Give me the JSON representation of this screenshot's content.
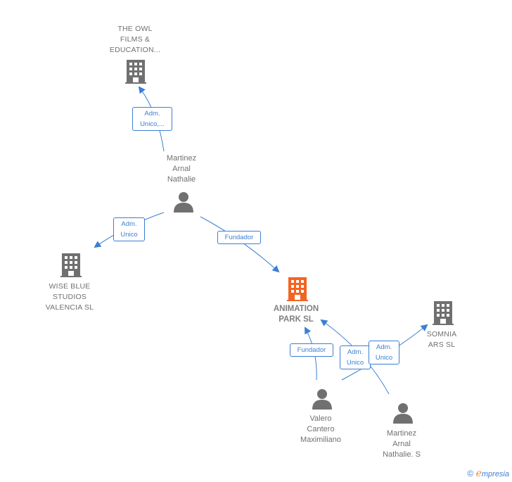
{
  "nodes": {
    "owl": {
      "label": "THE OWL\nFILMS &\nEDUCATION..."
    },
    "martinez1": {
      "label": "Martinez\nArnal\nNathalie"
    },
    "wise": {
      "label": "WISE BLUE\nSTUDIOS\nVALENCIA  SL"
    },
    "animation": {
      "label": "ANIMATION\nPARK  SL"
    },
    "somnia": {
      "label": "SOMNIA\nARS SL"
    },
    "valero": {
      "label": "Valero\nCantero\nMaximiliano"
    },
    "martinez2": {
      "label": "Martinez\nArnal\nNathalie.  S"
    }
  },
  "edges": {
    "e1": "Adm.\nUnico,...",
    "e2": "Adm.\nUnico",
    "e3": "Fundador",
    "e4": "Fundador",
    "e5": "Adm.\nUnico",
    "e6": "Adm.\nUnico"
  },
  "colors": {
    "edge": "#3b7fd4",
    "company": "#707070",
    "main_company": "#f26522",
    "person": "#707070"
  },
  "footer": {
    "copyright": "©",
    "brand_e": "e",
    "brand_rest": "mpresia"
  }
}
